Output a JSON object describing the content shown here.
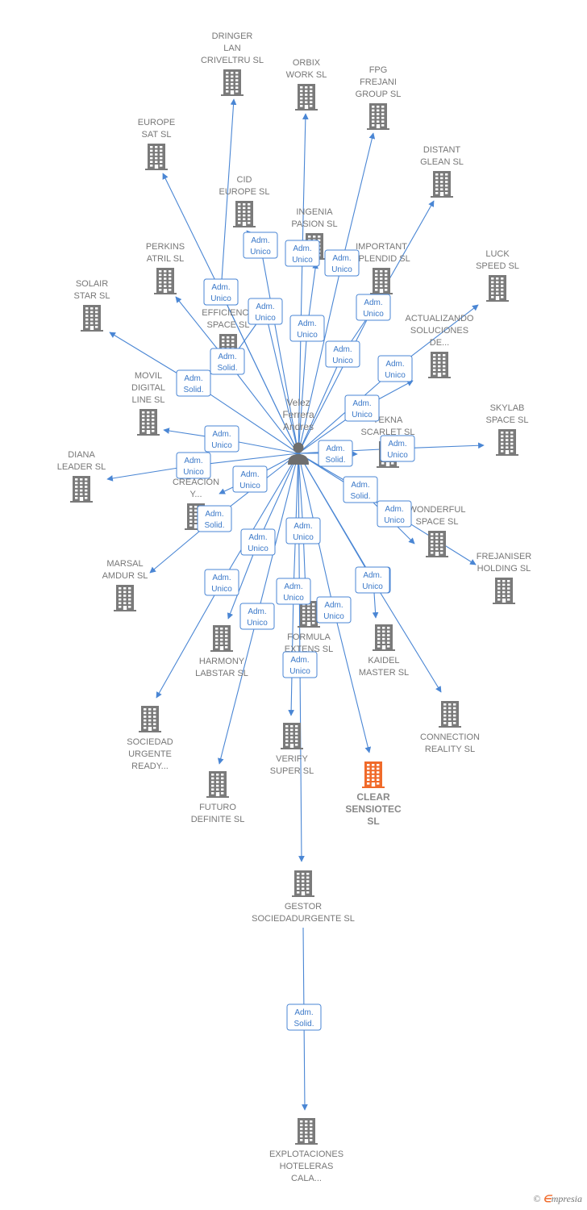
{
  "colors": {
    "edge": "#4a86d4",
    "building": "#7a7a7a",
    "highlight": "#f06a2a",
    "label": "#777777"
  },
  "center": {
    "name": [
      "Velez",
      "Ferrera",
      "Andres"
    ],
    "icon": "person-icon"
  },
  "companies": [
    {
      "id": "dringer",
      "label": [
        "DRINGER",
        "LAN",
        "CRIVELTRU SL"
      ]
    },
    {
      "id": "orbix",
      "label": [
        "ORBIX",
        "WORK  SL"
      ]
    },
    {
      "id": "fpg",
      "label": [
        "FPG",
        "FREJANI",
        "GROUP  SL"
      ]
    },
    {
      "id": "europe",
      "label": [
        "EUROPE",
        "SAT  SL"
      ]
    },
    {
      "id": "distant",
      "label": [
        "DISTANT",
        "GLEAN  SL"
      ]
    },
    {
      "id": "cid",
      "label": [
        "CID",
        "EUROPE  SL"
      ]
    },
    {
      "id": "ingenia",
      "label": [
        "INGENIA",
        "PASION  SL"
      ]
    },
    {
      "id": "important",
      "label": [
        "IMPORTANT",
        "SPLENDID  SL"
      ]
    },
    {
      "id": "perkins",
      "label": [
        "PERKINS",
        "ATRIL  SL"
      ]
    },
    {
      "id": "luck",
      "label": [
        "LUCK",
        "SPEED  SL"
      ]
    },
    {
      "id": "solair",
      "label": [
        "SOLAIR",
        "STAR  SL"
      ]
    },
    {
      "id": "efficiency",
      "label": [
        "EFFICIENCY",
        "SPACE  SL"
      ]
    },
    {
      "id": "actualizando",
      "label": [
        "ACTUALIZANDO",
        "SOLUCIONES",
        "DE..."
      ]
    },
    {
      "id": "movil",
      "label": [
        "MOVIL",
        "DIGITAL",
        "LINE  SL"
      ]
    },
    {
      "id": "skylab",
      "label": [
        "SKYLAB",
        "SPACE  SL"
      ]
    },
    {
      "id": "tekna",
      "label": [
        "TEKNA",
        "SCARLET  SL"
      ]
    },
    {
      "id": "diana",
      "label": [
        "DIANA",
        "LEADER  SL"
      ]
    },
    {
      "id": "creacion",
      "label": [
        "CREACION",
        "Y..."
      ]
    },
    {
      "id": "wonderful",
      "label": [
        "WONDERFUL",
        "SPACE  SL"
      ]
    },
    {
      "id": "frejaniser",
      "label": [
        "FREJANISER",
        "HOLDING  SL"
      ]
    },
    {
      "id": "marsal",
      "label": [
        "MARSAL",
        "AMDUR  SL"
      ]
    },
    {
      "id": "formula",
      "label": [
        "FORMULA",
        "EXTENS  SL"
      ]
    },
    {
      "id": "harmony",
      "label": [
        "HARMONY",
        "LABSTAR SL"
      ]
    },
    {
      "id": "kaidel",
      "label": [
        "KAIDEL",
        "MASTER  SL"
      ]
    },
    {
      "id": "connection",
      "label": [
        "CONNECTION",
        "REALITY  SL"
      ]
    },
    {
      "id": "sociedad",
      "label": [
        "SOCIEDAD",
        "URGENTE",
        "READY..."
      ]
    },
    {
      "id": "verify",
      "label": [
        "VERIFY",
        "SUPER  SL"
      ]
    },
    {
      "id": "clear",
      "label": [
        "CLEAR",
        "SENSIOTEC",
        "SL"
      ],
      "highlight": true
    },
    {
      "id": "futuro",
      "label": [
        "FUTURO",
        "DEFINITE  SL"
      ]
    },
    {
      "id": "gestor",
      "label": [
        "GESTOR",
        "SOCIEDADURGENTE SL"
      ]
    },
    {
      "id": "explotaciones",
      "label": [
        "EXPLOTACIONES",
        "HOTELERAS",
        "CALA..."
      ]
    }
  ],
  "edges": [
    {
      "from": "center",
      "to": "dringer",
      "role": [
        "Adm.",
        "Unico"
      ]
    },
    {
      "from": "center",
      "to": "orbix",
      "role": [
        "Adm.",
        "Unico"
      ]
    },
    {
      "from": "center",
      "to": "fpg",
      "role": [
        "Adm.",
        "Unico"
      ]
    },
    {
      "from": "center",
      "to": "europe",
      "role": [
        "Adm.",
        "Unico"
      ]
    },
    {
      "from": "center",
      "to": "distant",
      "role": [
        "Adm.",
        "Unico"
      ]
    },
    {
      "from": "center",
      "to": "cid",
      "role": [
        "Adm.",
        "Unico"
      ]
    },
    {
      "from": "center",
      "to": "ingenia",
      "role": [
        "Adm.",
        "Unico"
      ]
    },
    {
      "from": "center",
      "to": "important",
      "role": [
        "Adm.",
        "Unico"
      ]
    },
    {
      "from": "center",
      "to": "perkins",
      "role": [
        "Adm.",
        "Solid."
      ]
    },
    {
      "from": "center",
      "to": "luck",
      "role": [
        "Adm.",
        "Unico"
      ]
    },
    {
      "from": "center",
      "to": "solair",
      "role": [
        "Adm.",
        "Solid."
      ]
    },
    {
      "from": "center",
      "to": "efficiency",
      "role": [
        "Adm.",
        "Unico"
      ]
    },
    {
      "from": "center",
      "to": "actualizando",
      "role": [
        "Adm.",
        "Unico"
      ]
    },
    {
      "from": "center",
      "to": "movil",
      "role": [
        "Adm.",
        "Unico"
      ]
    },
    {
      "from": "center",
      "to": "skylab",
      "role": [
        "Adm.",
        "Unico"
      ]
    },
    {
      "from": "center",
      "to": "tekna",
      "role": [
        "Adm.",
        "Solid."
      ]
    },
    {
      "from": "center",
      "to": "diana",
      "role": [
        "Adm.",
        "Unico"
      ]
    },
    {
      "from": "center",
      "to": "creacion",
      "role": [
        "Adm.",
        "Unico"
      ]
    },
    {
      "from": "center",
      "to": "wonderful",
      "role": [
        "Adm.",
        "Solid."
      ]
    },
    {
      "from": "center",
      "to": "frejaniser",
      "role": [
        "Adm.",
        "Unico"
      ]
    },
    {
      "from": "center",
      "to": "marsal",
      "role": [
        "Adm.",
        "Solid."
      ]
    },
    {
      "from": "center",
      "to": "formula",
      "role": [
        "Adm.",
        "Unico"
      ]
    },
    {
      "from": "center",
      "to": "harmony",
      "role": [
        "Adm.",
        "Unico"
      ]
    },
    {
      "from": "center",
      "to": "kaidel",
      "role": [
        "Adm.",
        "Unico"
      ]
    },
    {
      "from": "center",
      "to": "connection",
      "role": [
        "Adm.",
        "Unico"
      ]
    },
    {
      "from": "center",
      "to": "sociedad",
      "role": [
        "Adm.",
        "Unico"
      ]
    },
    {
      "from": "center",
      "to": "verify",
      "role": [
        "Adm.",
        "Unico"
      ]
    },
    {
      "from": "center",
      "to": "clear",
      "role": [
        "Adm.",
        "Unico"
      ]
    },
    {
      "from": "center",
      "to": "futuro",
      "role": [
        "Adm.",
        "Unico"
      ]
    },
    {
      "from": "center",
      "to": "gestor",
      "role": [
        "Adm.",
        "Unico"
      ]
    },
    {
      "from": "gestor",
      "to": "explotaciones",
      "role": [
        "Adm.",
        "Solid."
      ]
    }
  ],
  "footer": {
    "copyright": "©",
    "brand_first": "∈",
    "brand_rest": "mpresia"
  }
}
